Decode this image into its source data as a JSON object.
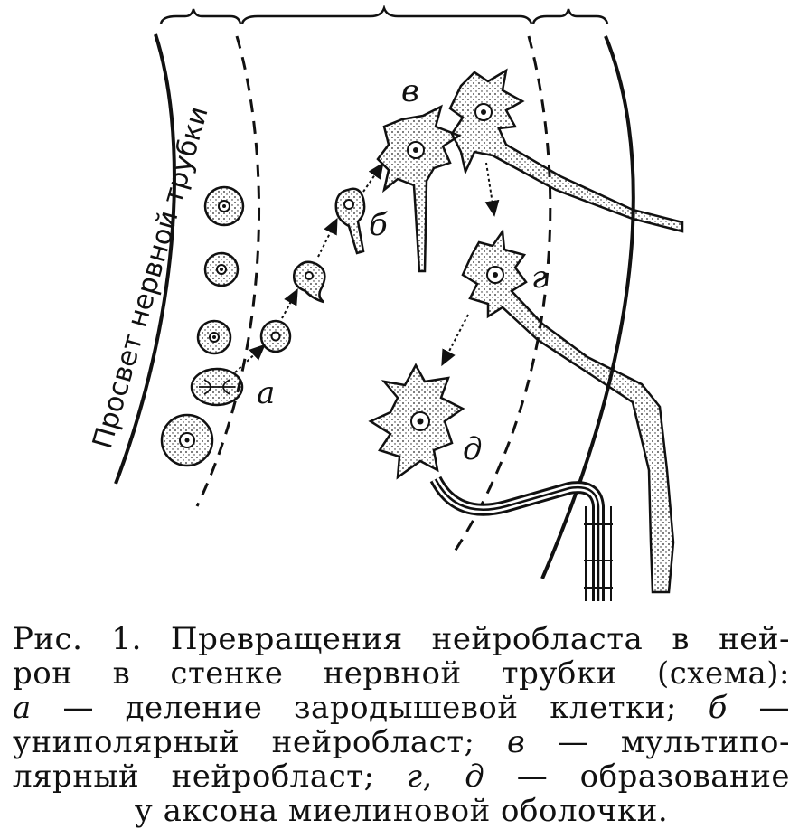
{
  "diagram": {
    "lumen_label": "Просвет нервной трубки",
    "labels": {
      "a": "а",
      "b": "б",
      "v": "в",
      "g": "г",
      "d": "д"
    }
  },
  "caption": {
    "line1_roman": "Рис. 1. Превращения нейробласта в ней-",
    "line2_roman": "рон в стенке нервной трубки (схема):",
    "line3_a": "а",
    "line3_text": " — деление зародышевой клетки; ",
    "line3_b": "б",
    "line3_end": " —",
    "line4_text": "униполярный нейробласт; ",
    "line4_v": "в",
    "line4_end": " — мультипо-",
    "line5_text": "лярный нейробласт; ",
    "line5_g": "г",
    "line5_mid": ", ",
    "line5_d": "д",
    "line5_end": " — образование",
    "line6_text": "у аксона миелиновой оболочки."
  }
}
